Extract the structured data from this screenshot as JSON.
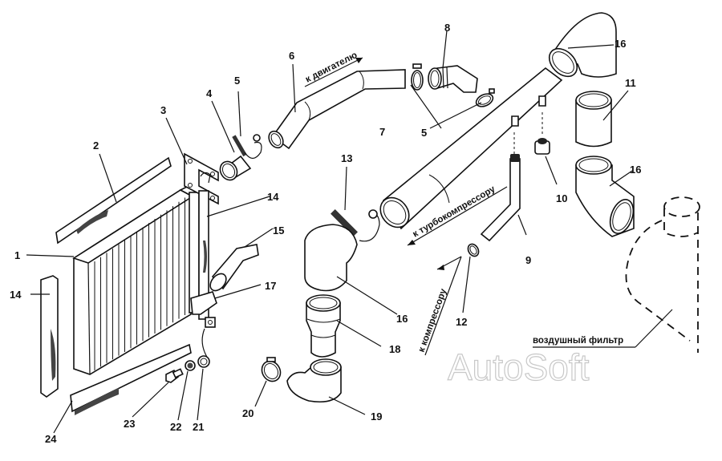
{
  "diagram": {
    "type": "exploded-parts-view",
    "parts": [
      {
        "number": "1"
      },
      {
        "number": "2"
      },
      {
        "number": "3"
      },
      {
        "number": "4"
      },
      {
        "number": "5"
      },
      {
        "number": "5"
      },
      {
        "number": "6"
      },
      {
        "number": "7"
      },
      {
        "number": "8"
      },
      {
        "number": "9"
      },
      {
        "number": "10"
      },
      {
        "number": "11"
      },
      {
        "number": "12"
      },
      {
        "number": "13"
      },
      {
        "number": "14"
      },
      {
        "number": "14"
      },
      {
        "number": "15"
      },
      {
        "number": "16"
      },
      {
        "number": "16"
      },
      {
        "number": "16"
      },
      {
        "number": "17"
      },
      {
        "number": "18"
      },
      {
        "number": "19"
      },
      {
        "number": "20"
      },
      {
        "number": "21"
      },
      {
        "number": "22"
      },
      {
        "number": "23"
      },
      {
        "number": "24"
      }
    ],
    "annotations": {
      "to_engine": "к двигателю",
      "to_turbocharger": "к турбокомпрессору",
      "to_compressor": "к компрессору",
      "air_filter": "воздушный фильтр"
    },
    "watermark": "AutoSoft",
    "colors": {
      "line": "#111111",
      "background": "#ffffff",
      "watermark_outline": "#c8c8c8"
    }
  }
}
